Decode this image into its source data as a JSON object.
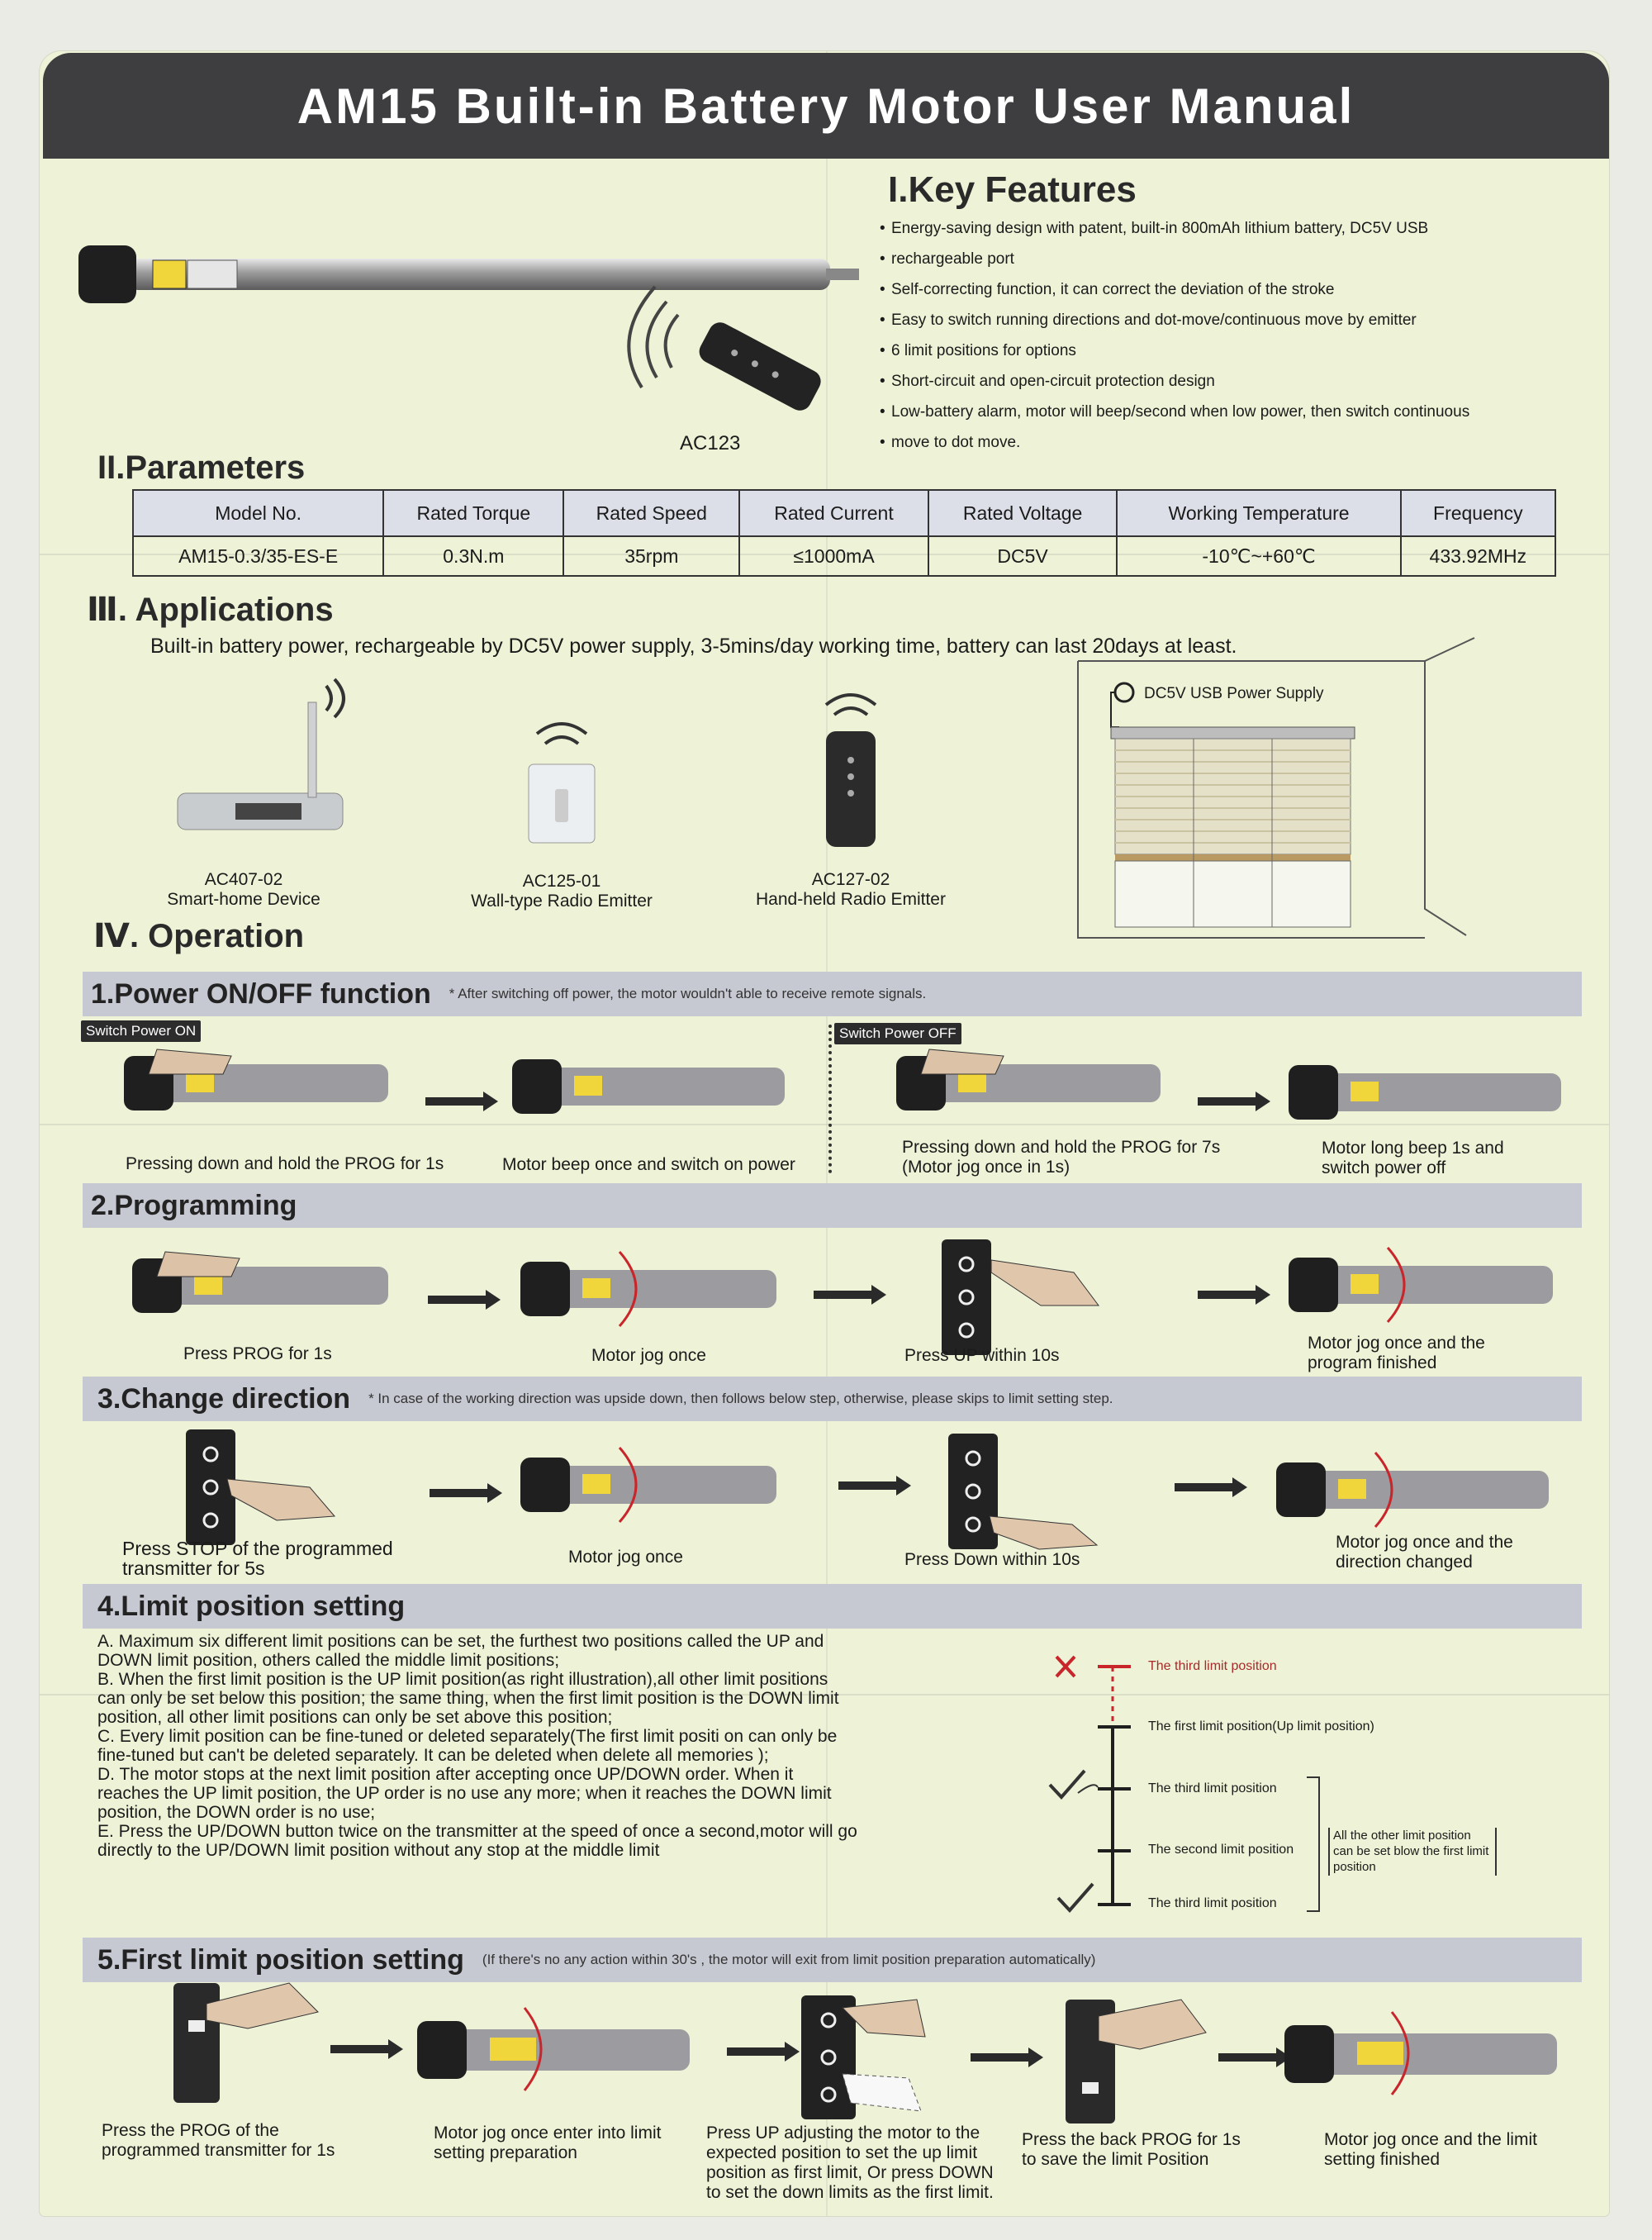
{
  "title": "AM15 Built-in Battery Motor User Manual",
  "key_features": {
    "heading": "I.Key Features",
    "items": [
      "Energy-saving design with patent, built-in 800mAh lithium battery, DC5V USB",
      "rechargeable port",
      "Self-correcting function, it can correct the deviation of the stroke",
      "Easy to switch running directions and dot-move/continuous move by emitter",
      "6 limit positions for options",
      "Short-circuit and open-circuit protection design",
      "Low-battery alarm, motor will beep/second when low power, then switch continuous",
      "move to dot move."
    ],
    "remote_label": "AC123"
  },
  "parameters": {
    "heading": "II.Parameters",
    "headers": [
      "Model No.",
      "Rated Torque",
      "Rated Speed",
      "Rated Current",
      "Rated Voltage",
      "Working Temperature",
      "Frequency"
    ],
    "row": [
      "AM15-0.3/35-ES-E",
      "0.3N.m",
      "35rpm",
      "≤1000mA",
      "DC5V",
      "-10℃~+60℃",
      "433.92MHz"
    ]
  },
  "applications": {
    "heading": "Ⅲ. Applications",
    "text": "Built-in battery power, rechargeable by DC5V power supply, 3-5mins/day working time, battery can last 20days at least.",
    "power_supply": "DC5V USB Power Supply",
    "devices": [
      {
        "model": "AC407-02",
        "name": "Smart-home Device"
      },
      {
        "model": "AC125-01",
        "name": "Wall-type Radio Emitter"
      },
      {
        "model": "AC127-02",
        "name": "Hand-held Radio Emitter"
      }
    ]
  },
  "operation": {
    "heading": "Ⅳ. Operation",
    "power": {
      "title": "1.Power ON/OFF function",
      "note": "* After switching off power,  the motor wouldn't able to receive remote signals.",
      "on_tag": "Switch Power ON",
      "off_tag": "Switch Power OFF",
      "steps": [
        "Pressing down and hold the PROG for 1s",
        "Motor beep once and switch on power",
        "Pressing down and hold the PROG for 7s\n(Motor jog once in 1s)",
        "Motor long beep 1s and\nswitch power off"
      ]
    },
    "programming": {
      "title": "2.Programming",
      "steps": [
        "Press PROG for 1s",
        "Motor jog once",
        "Press UP within 10s",
        "Motor jog once and the\nprogram finished"
      ]
    },
    "direction": {
      "title": "3.Change direction",
      "note": "* In case of the working direction was upside down,  then follows below step,  otherwise,  please skips to limit setting step.",
      "steps": [
        "Press STOP of the programmed\ntransmitter for 5s",
        "Motor jog once",
        "Press Down within 10s",
        "Motor jog once and the\ndirection changed"
      ]
    },
    "limit": {
      "title": "4.Limit position setting",
      "paragraphs": [
        "A. Maximum six different limit positions can be set, the furthest two positions called the UP and DOWN limit position, others called the middle limit positions;",
        "B. When the first limit position is the UP limit position(as right illustration),all other limit positions can only be set below this position; the same thing, when the first limit position is the DOWN limit  position, all other limit positions can only be set above this position;",
        "C. Every limit position can be fine-tuned or deleted separately(The first limit positi on can only be fine-tuned but can't be deleted separately. It can be deleted when delete all memories );",
        "D. The motor stops at the next limit position after accepting once UP/DOWN order. When it reaches the UP limit position, the UP order is no use any more; when it reaches the DOWN limit position, the DOWN order is no use;",
        "E. Press the UP/DOWN button twice on the transmitter at the speed of once a second,motor will go directly to the UP/DOWN limit position without any stop at the middle limit"
      ],
      "diagram": {
        "labels": [
          "The third limit position",
          "The first limit position(Up limit position)",
          "The third limit position",
          "The second limit position",
          "The third limit position"
        ],
        "note": "All the other limit position can be set blow the first limit position"
      }
    },
    "first_limit": {
      "title": "5.First limit position setting",
      "note": "(If there's no any action within 30's , the motor will exit from limit position preparation automatically)",
      "steps": [
        "Press the PROG  of the\nprogrammed transmitter for 1s",
        "Motor jog once enter into limit\nsetting preparation",
        "Press  UP  adjusting the motor to the\nexpected position to set the up limit\nposition as first limit, Or press  DOWN\nto set the down limits as the first limit.",
        "Press the back PROG for 1s\nto save the limit Position",
        "Motor jog once and the limit\nsetting finished"
      ]
    }
  },
  "colors": {
    "title_bar": "#3e3e40",
    "paper": "#eef2d6",
    "section_bar": "#c7c9d2",
    "warning_red": "#c8262b"
  }
}
